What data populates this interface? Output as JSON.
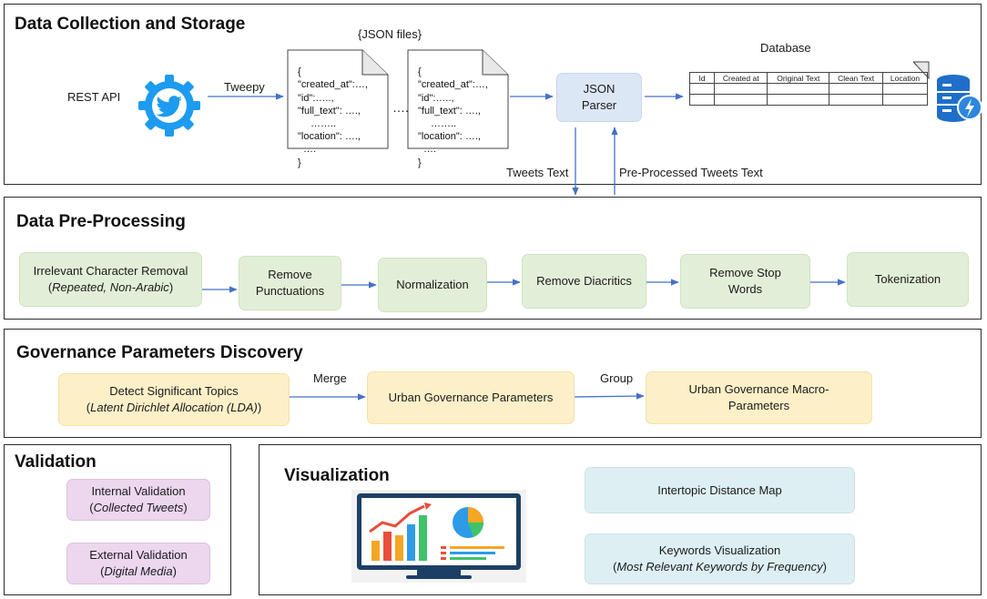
{
  "sections": {
    "collection": "Data Collection and Storage",
    "preprocessing": "Data Pre-Processing",
    "governance": "Governance Parameters Discovery",
    "validation": "Validation",
    "visualization": "Visualization"
  },
  "collection": {
    "rest_api": "REST API",
    "tweepy": "Tweepy",
    "json_files_label": "{JSON files}",
    "json_lines": [
      "{",
      "\"created_at\":…,",
      "\"id\":…..,",
      "\"full_text\": ….,",
      "……..",
      "\"location\": ….,",
      "….",
      "}"
    ],
    "dots": "….",
    "parser_line1": "JSON",
    "parser_line2": "Parser",
    "database_label": "Database",
    "db_columns": [
      "Id",
      "Created at",
      "Original Text",
      "Clean Text",
      "Location"
    ],
    "tweets_text": "Tweets Text",
    "preprocessed_text": "Pre-Processed Tweets Text"
  },
  "preprocessing": {
    "step1_line1": "Irrelevant Character Removal",
    "step1_line2": "Repeated, Non-Arabic",
    "step2_line1": "Remove",
    "step2_line2": "Punctuations",
    "step3": "Normalization",
    "step4": "Remove Diacritics",
    "step5_line1": "Remove Stop",
    "step5_line2": "Words",
    "step6": "Tokenization"
  },
  "governance": {
    "detect_line1": "Detect Significant Topics",
    "detect_line2": "Latent Dirichlet Allocation (LDA)",
    "merge": "Merge",
    "urban_params": "Urban Governance Parameters",
    "group": "Group",
    "macro_line1": "Urban Governance Macro-",
    "macro_line2": "Parameters"
  },
  "validation": {
    "internal_line1": "Internal Validation",
    "internal_line2": "Collected Tweets",
    "external_line1": "External Validation",
    "external_line2": "Digital Media"
  },
  "visualization": {
    "intertopic": "Intertopic Distance Map",
    "keywords_line1": "Keywords Visualization",
    "keywords_line2": "Most Relevant Keywords by Frequency"
  },
  "icons": {
    "twitter": "twitter-gear-icon",
    "database": "database-icon",
    "monitor": "analytics-monitor-icon"
  },
  "colors": {
    "twitter_blue": "#1d9bf0",
    "arrow": "#4472c4",
    "green_box": "#e2efd8",
    "yellow_box": "#fdf0c8",
    "pink_box": "#ecd7ee",
    "cyan_box": "#ddeff3",
    "parser_box": "#dce7f5"
  }
}
